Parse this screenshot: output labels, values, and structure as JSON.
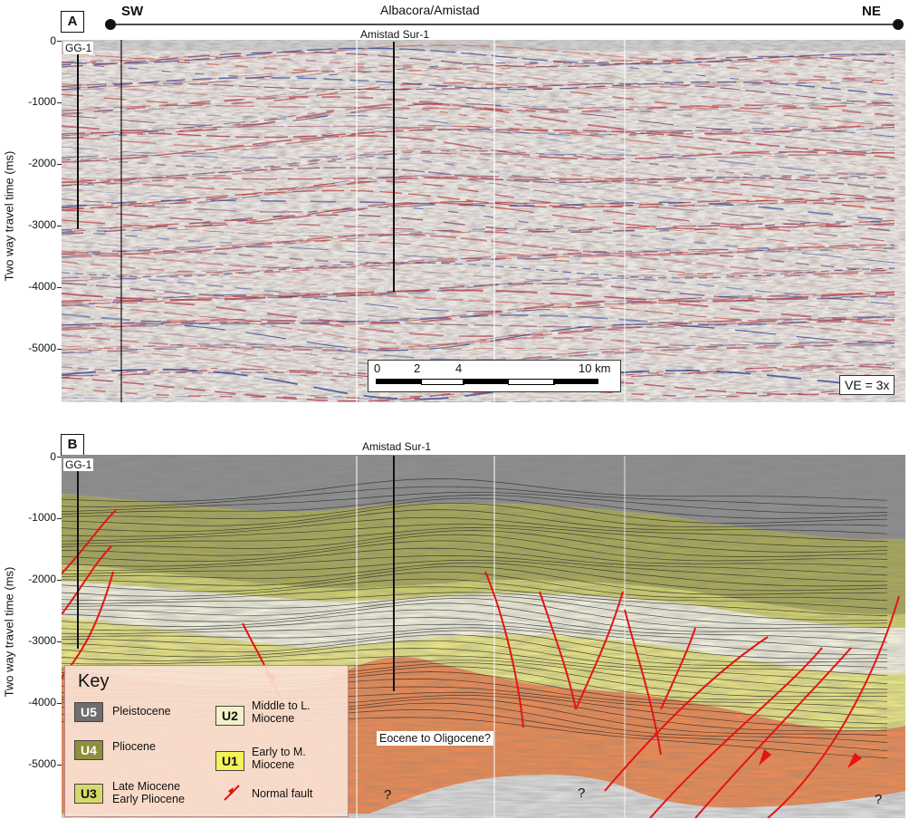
{
  "panel_a": {
    "label": "A",
    "sw": "SW",
    "ne": "NE",
    "section_title": "Albacora/Amistad",
    "wells": [
      "GG-1",
      "Amistad Sur-1"
    ],
    "ylabel": "Two way travel time (ms)",
    "yticks": [
      "0",
      "-1000",
      "-2000",
      "-3000",
      "-4000",
      "-5000"
    ],
    "scale": {
      "ticks": [
        "0",
        "2",
        "4",
        "10 km"
      ]
    },
    "ve": "VE = 3x"
  },
  "panel_b": {
    "label": "B",
    "wells": [
      "GG-1",
      "Amistad Sur-1"
    ],
    "ylabel": "Two way travel time (ms)",
    "yticks": [
      "0",
      "-1000",
      "-2000",
      "-3000",
      "-4000",
      "-5000"
    ],
    "eocene_label": "Eocene to Oligocene?",
    "question_marks": [
      "?",
      "?",
      "?"
    ]
  },
  "key": {
    "title": "Key",
    "items": [
      {
        "code": "U5",
        "label": "Pleistocene",
        "color": "#6e6e6e",
        "text_color": "#ffffff"
      },
      {
        "code": "U4",
        "label": "Pliocene",
        "color": "#8f8f3a",
        "text_color": "#ffffff"
      },
      {
        "code": "U3",
        "label": "Late Miocene\nEarly Pliocene",
        "color": "#d8d86a",
        "text_color": "#111111"
      },
      {
        "code": "U2",
        "label": "Middle to L.\nMiocene",
        "color": "#f4f0c8",
        "text_color": "#111111"
      },
      {
        "code": "U1",
        "label": "Early to M.\nMiocene",
        "color": "#f5f25a",
        "text_color": "#111111"
      },
      {
        "code": "",
        "label": "Normal fault",
        "color": "#dd1111",
        "text_color": "#111111"
      }
    ]
  },
  "colors": {
    "fault": "#e41414",
    "u5": "#8b8b8b",
    "u4": "#a5a557",
    "u3": "#dede86",
    "u2": "#efecd6",
    "u1": "#e9e58a",
    "basement": "#e6834f"
  }
}
